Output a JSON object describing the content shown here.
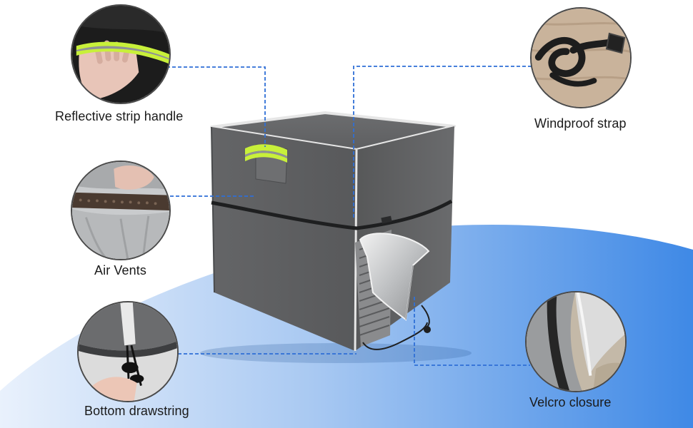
{
  "features": {
    "reflective_strip_handle": "Reflective strip handle",
    "air_vents": "Air Vents",
    "bottom_drawstring": "Bottom drawstring",
    "windproof_strap": "Windproof strap",
    "velcro_closure": "Velcro closure"
  },
  "colors": {
    "background_blue": "#3f8ae8",
    "cover_gray": "#5f6062",
    "reflective_green": "#c8f03a",
    "callout_line": "#2f6fd6"
  }
}
